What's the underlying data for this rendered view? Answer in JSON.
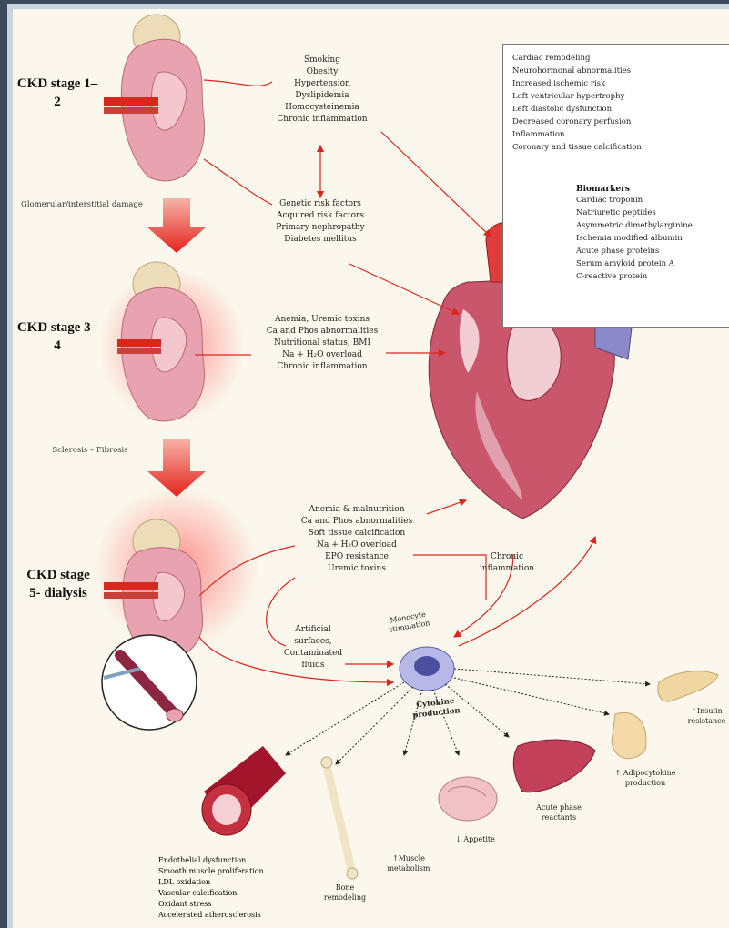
{
  "stages": {
    "s1": "CKD stage 1–2",
    "s2": "CKD stage 3–4",
    "s3": "CKD stage 5- dialysis"
  },
  "progression": {
    "p1": "Glomerular/interstitial damage",
    "p2": "Sclerosis – Fibrosis"
  },
  "risk_group_1": [
    "Smoking",
    "Obesity",
    "Hypertension",
    "Dyslipidemia",
    "Homocysteinemia",
    "Chronic inflammation"
  ],
  "risk_group_2": [
    "Genetic risk factors",
    "Acquired risk factors",
    "Primary nephropathy",
    "Diabetes mellitus"
  ],
  "risk_group_3": [
    "Anemia, Uremic toxins",
    "Ca and Phos abnormalities",
    "Nutritional status, BMI",
    "Na + H₂O overload",
    "Chronic inflammation"
  ],
  "risk_group_4": [
    "Anemia & malnutrition",
    "Ca and Phos abnormalities",
    "Soft tissue calcification",
    "Na + H₂O overload",
    "EPO resistance",
    "Uremic toxins"
  ],
  "chronic_inflammation": "Chronic inflammation",
  "artificial": [
    "Artificial",
    "surfaces,",
    "Contaminated",
    "fluids"
  ],
  "monocyte": "Monocyte stimulation",
  "cytokine": "Cytokine production",
  "cardiac_effects": [
    "Cardiac remodeling",
    "Neurohormonal abnormalities",
    "Increased ischemic risk",
    "Left ventricular hypertrophy",
    "Left diastolic dysfunction",
    "Decreased coronary perfusion",
    "Inflammation",
    "Coronary and tissue calcification"
  ],
  "biomarkers_title": "Biomarkers",
  "biomarkers": [
    "Cardiac troponin",
    "Natriuretic peptides",
    "Asymmetric dimethylarginine",
    "Ischemia modified albumin",
    "Acute phase proteins",
    "Serum amyloid protein A",
    "C-reactive protein"
  ],
  "outcomes": {
    "insulin": "↑Insulin resistance",
    "adipo": "↑ Adipocytokine production",
    "acute": "Acute phase reactants",
    "appetite": "↓ Appetite",
    "muscle": "↑Muscle metabolism",
    "bone": "Bone remodeling"
  },
  "vascular": [
    "Endothelial dysfunction",
    "Smooth muscle proliferation",
    "LDL oxidation",
    "Vascular calcification",
    "Oxidant stress",
    "Accelerated atherosclerosis"
  ],
  "colors": {
    "kidney": "#e9a3b0",
    "arrow": "#d9271e",
    "heart": "#c84a5a"
  }
}
